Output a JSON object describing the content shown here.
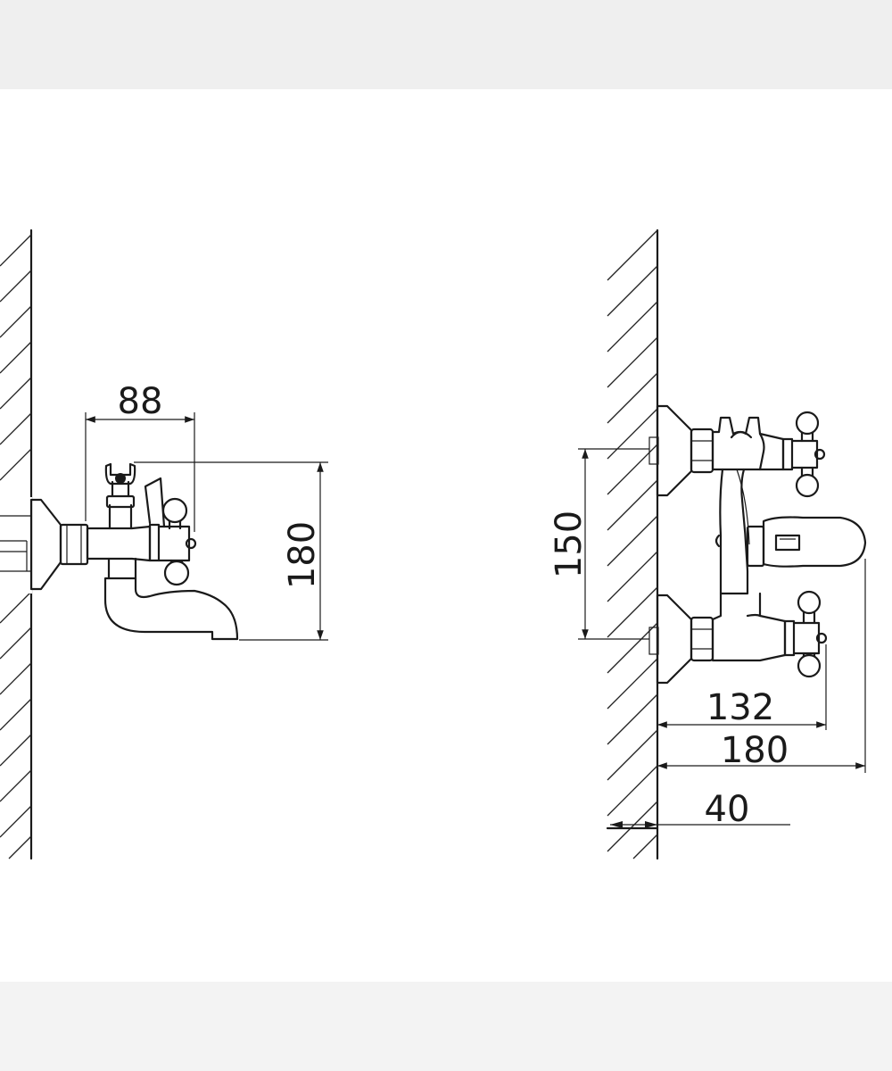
{
  "side_view": {
    "width_dim": "88",
    "height_dim": "180"
  },
  "front_view": {
    "inlet_spacing_dim": "150",
    "handle_depth_dim": "132",
    "lever_depth_dim": "180",
    "wall_gap_dim": "40"
  }
}
